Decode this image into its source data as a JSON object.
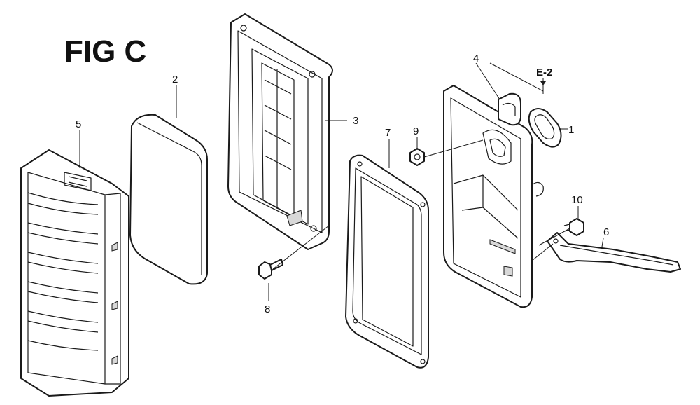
{
  "figure": {
    "title": "FIG C",
    "reference_label": "E-2"
  },
  "callouts": [
    {
      "id": "1",
      "label": "1"
    },
    {
      "id": "2",
      "label": "2"
    },
    {
      "id": "3",
      "label": "3"
    },
    {
      "id": "4",
      "label": "4"
    },
    {
      "id": "5",
      "label": "5"
    },
    {
      "id": "6",
      "label": "6"
    },
    {
      "id": "7",
      "label": "7"
    },
    {
      "id": "8",
      "label": "8"
    },
    {
      "id": "9",
      "label": "9"
    },
    {
      "id": "10",
      "label": "10"
    }
  ],
  "parts": {
    "cover": {
      "icon": "air-cleaner-cover-icon"
    },
    "filter": {
      "icon": "filter-element-icon"
    },
    "case": {
      "icon": "air-cleaner-case-icon"
    },
    "gasket": {
      "icon": "gasket-icon"
    },
    "base": {
      "icon": "elbow-base-icon"
    },
    "bracket": {
      "icon": "stay-bracket-icon"
    },
    "small_gasket": {
      "icon": "small-gasket-icon"
    },
    "breather_tube": {
      "icon": "breather-tube-icon"
    },
    "nut": {
      "icon": "nut-icon"
    },
    "bolt": {
      "icon": "bolt-icon"
    },
    "flange_bolt": {
      "icon": "flange-bolt-icon"
    }
  }
}
